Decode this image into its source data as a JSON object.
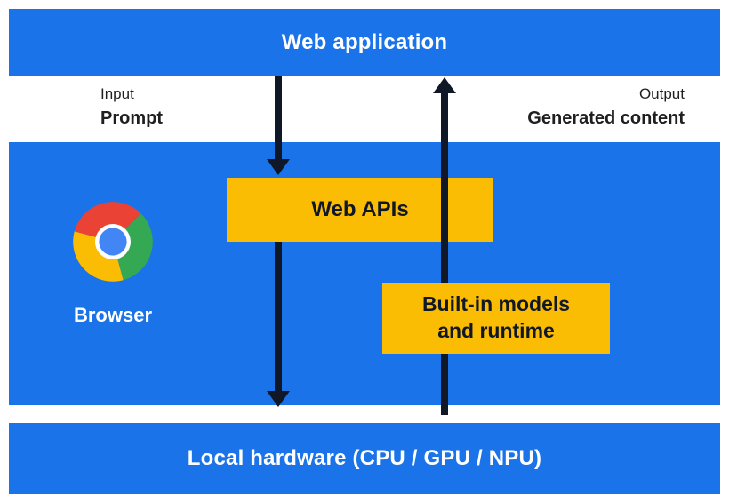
{
  "diagram": {
    "title": "Web application",
    "io": {
      "input_label": "Input",
      "input_value": "Prompt",
      "output_label": "Output",
      "output_value": "Generated content"
    },
    "browser": {
      "label": "Browser",
      "logo": "chrome-logo-icon"
    },
    "web_apis": {
      "label": "Web APIs"
    },
    "builtin": {
      "line1": "Built-in models",
      "line2": "and runtime"
    },
    "hardware": {
      "label": "Local hardware (CPU / GPU / NPU)"
    },
    "arrows": [
      {
        "name": "prompt-down-arrow-top",
        "direction": "down"
      },
      {
        "name": "prompt-down-arrow-bottom",
        "direction": "down"
      },
      {
        "name": "generated-content-up-arrow",
        "direction": "up"
      }
    ],
    "colors": {
      "blue": "#1a73e8",
      "yellow": "#fbbc04",
      "dark_navy": "#101828",
      "chrome_red": "#ea4335",
      "chrome_green": "#34a853",
      "chrome_yellow": "#fbbc04",
      "chrome_blue": "#4285f4"
    }
  }
}
